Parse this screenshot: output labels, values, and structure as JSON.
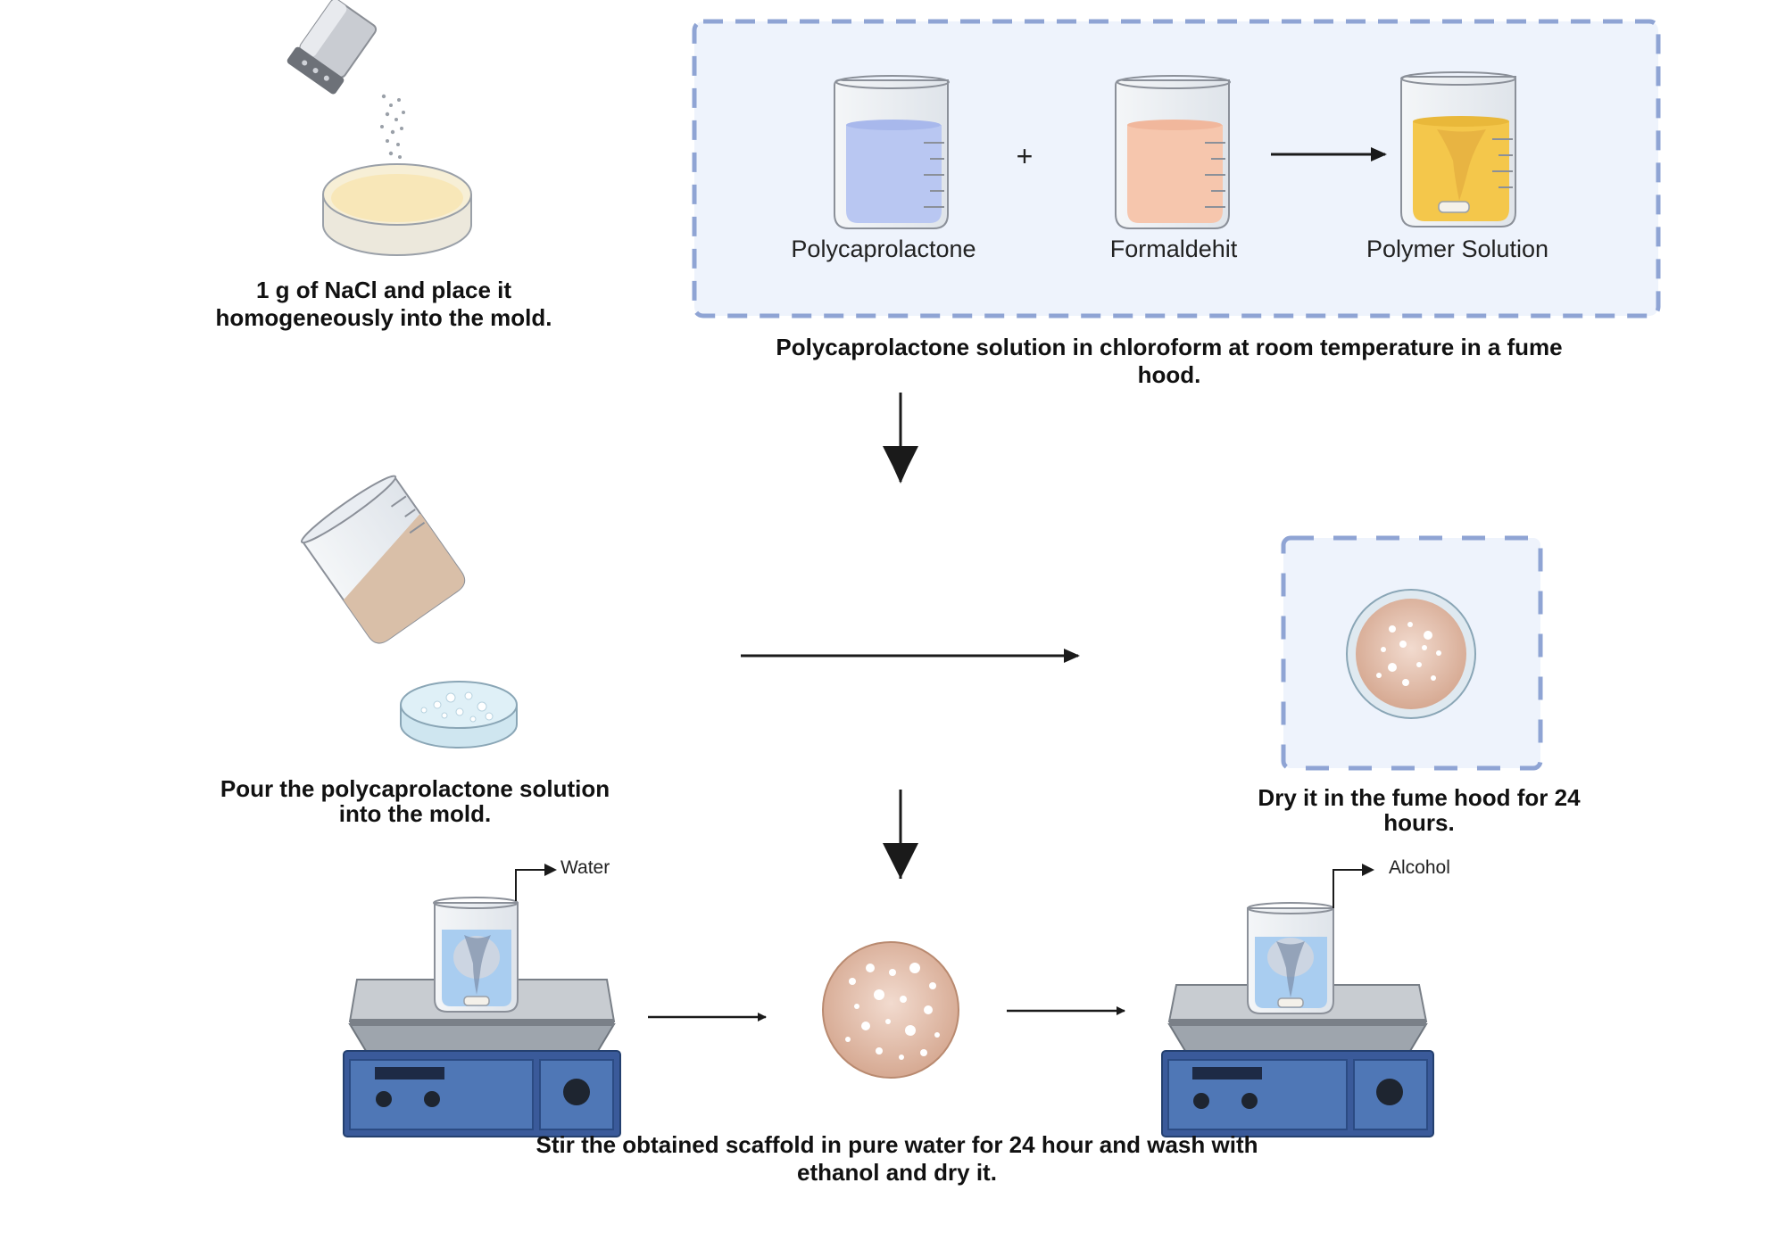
{
  "steps": {
    "salt": "1 g of NaCl and place it homogeneously into the mold.",
    "solution": "Polycaprolactone solution in chloroform at room temperature in a fume hood.",
    "pour": "Pour the polycaprolactone solution into the mold.",
    "dry": "Dry it in the fume hood for 24 hours.",
    "stir": "Stir the obtained scaffold in pure water for 24 hour and wash with ethanol and dry it."
  },
  "beakers": {
    "pcl": "Polycaprolactone",
    "plus": "+",
    "formaldehyde": "Formaldehit",
    "polymer": "Polymer Solution"
  },
  "liquids": {
    "water": "Water",
    "alcohol": "Alcohol"
  },
  "colors": {
    "dashed_border": "#8fa4d4",
    "panel_fill": "#eef3fc",
    "pcl_liquid": "#b9c7f2",
    "formaldehyde_liquid": "#f6c6ad",
    "polymer_liquid": "#f4c74b",
    "stirrer_body": "#3a5a9a",
    "scaffold": "#e8c9b8"
  }
}
